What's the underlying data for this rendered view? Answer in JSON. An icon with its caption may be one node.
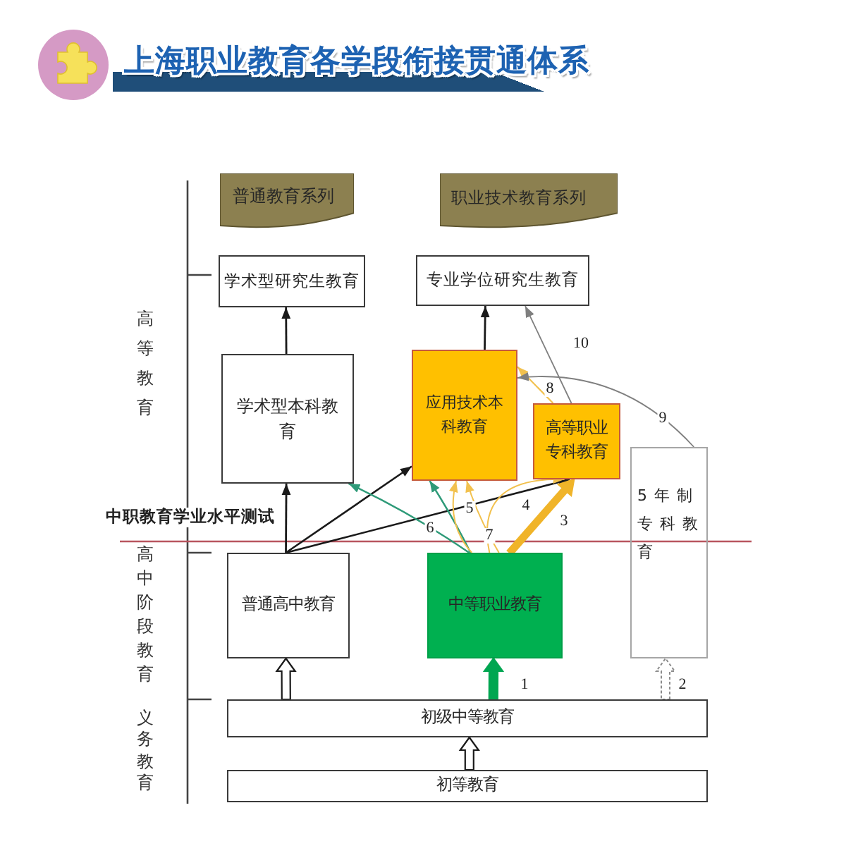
{
  "diagram": {
    "title": "上海职业教育各学段衔接贯通体系",
    "nodes": [
      {
        "text": [
          "普通教育系列"
        ]
      },
      {
        "text": [
          "职业技术教育系列"
        ]
      },
      {
        "text": [
          "学术型研究生教育"
        ]
      },
      {
        "text": [
          "专业学位研究生教育"
        ]
      },
      {
        "text": [
          "学术型本科教育"
        ]
      },
      {
        "text": [
          "应用技术本科教育"
        ]
      },
      {
        "text": [
          "高等职业专科教育"
        ]
      },
      {
        "text": [
          "5年制专科教育"
        ]
      },
      {
        "text": [
          "普通高中教育"
        ]
      },
      {
        "text": [
          "中等职业教育"
        ]
      },
      {
        "text": [
          "初级中等教育"
        ]
      },
      {
        "text": [
          "初等教育"
        ]
      }
    ],
    "edges": [
      {
        "from": 4,
        "to": 2,
        "arrow": "to"
      },
      {
        "from": 5,
        "to": 3,
        "arrow": "to"
      },
      {
        "from": 6,
        "to": 3,
        "arrow": "to",
        "label": "10",
        "color": "#7f7f7f"
      },
      {
        "from": 6,
        "to": 5,
        "arrow": "to",
        "label": "8",
        "color": "#f2c14e"
      },
      {
        "from": 7,
        "to": 5,
        "arrow": "to",
        "label": "9",
        "color": "#7f7f7f"
      },
      {
        "from": 8,
        "to": 4,
        "arrow": "to"
      },
      {
        "from": 8,
        "to": 5,
        "arrow": "to"
      },
      {
        "from": 8,
        "to": 6,
        "arrow": "to"
      },
      {
        "from": 9,
        "to": 4,
        "arrow": "to",
        "label": "6",
        "color": "#2e9a78"
      },
      {
        "from": 9,
        "to": 5,
        "arrow": "to",
        "label": "7",
        "color": "#2e9a78"
      },
      {
        "from": 9,
        "to": 5,
        "arrow": "to",
        "label": "5",
        "color": "#f2c14e"
      },
      {
        "from": 9,
        "to": 6,
        "arrow": "to",
        "label": "4",
        "color": "#f2c14e"
      },
      {
        "from": 9,
        "to": 6,
        "arrow": "to",
        "label": "3",
        "style": "thick",
        "color": "#f0b429"
      },
      {
        "from": 10,
        "to": 8,
        "arrow": "to",
        "style": "thick"
      },
      {
        "from": 10,
        "to": 9,
        "arrow": "to",
        "label": "1",
        "style": "thick",
        "color": "#00a651"
      },
      {
        "from": 10,
        "to": 7,
        "arrow": "to",
        "label": "2",
        "style": "dashed",
        "color": "#8c8c8c"
      },
      {
        "from": 11,
        "to": 10,
        "arrow": "to",
        "style": "thick"
      },
      {
        "from": 9,
        "to": 5,
        "arrow": "to",
        "color": "#f2c14e"
      }
    ],
    "labels": [
      "高等教育",
      "中职教育学业水平测试",
      "高中阶段教育",
      "义务教育"
    ]
  }
}
